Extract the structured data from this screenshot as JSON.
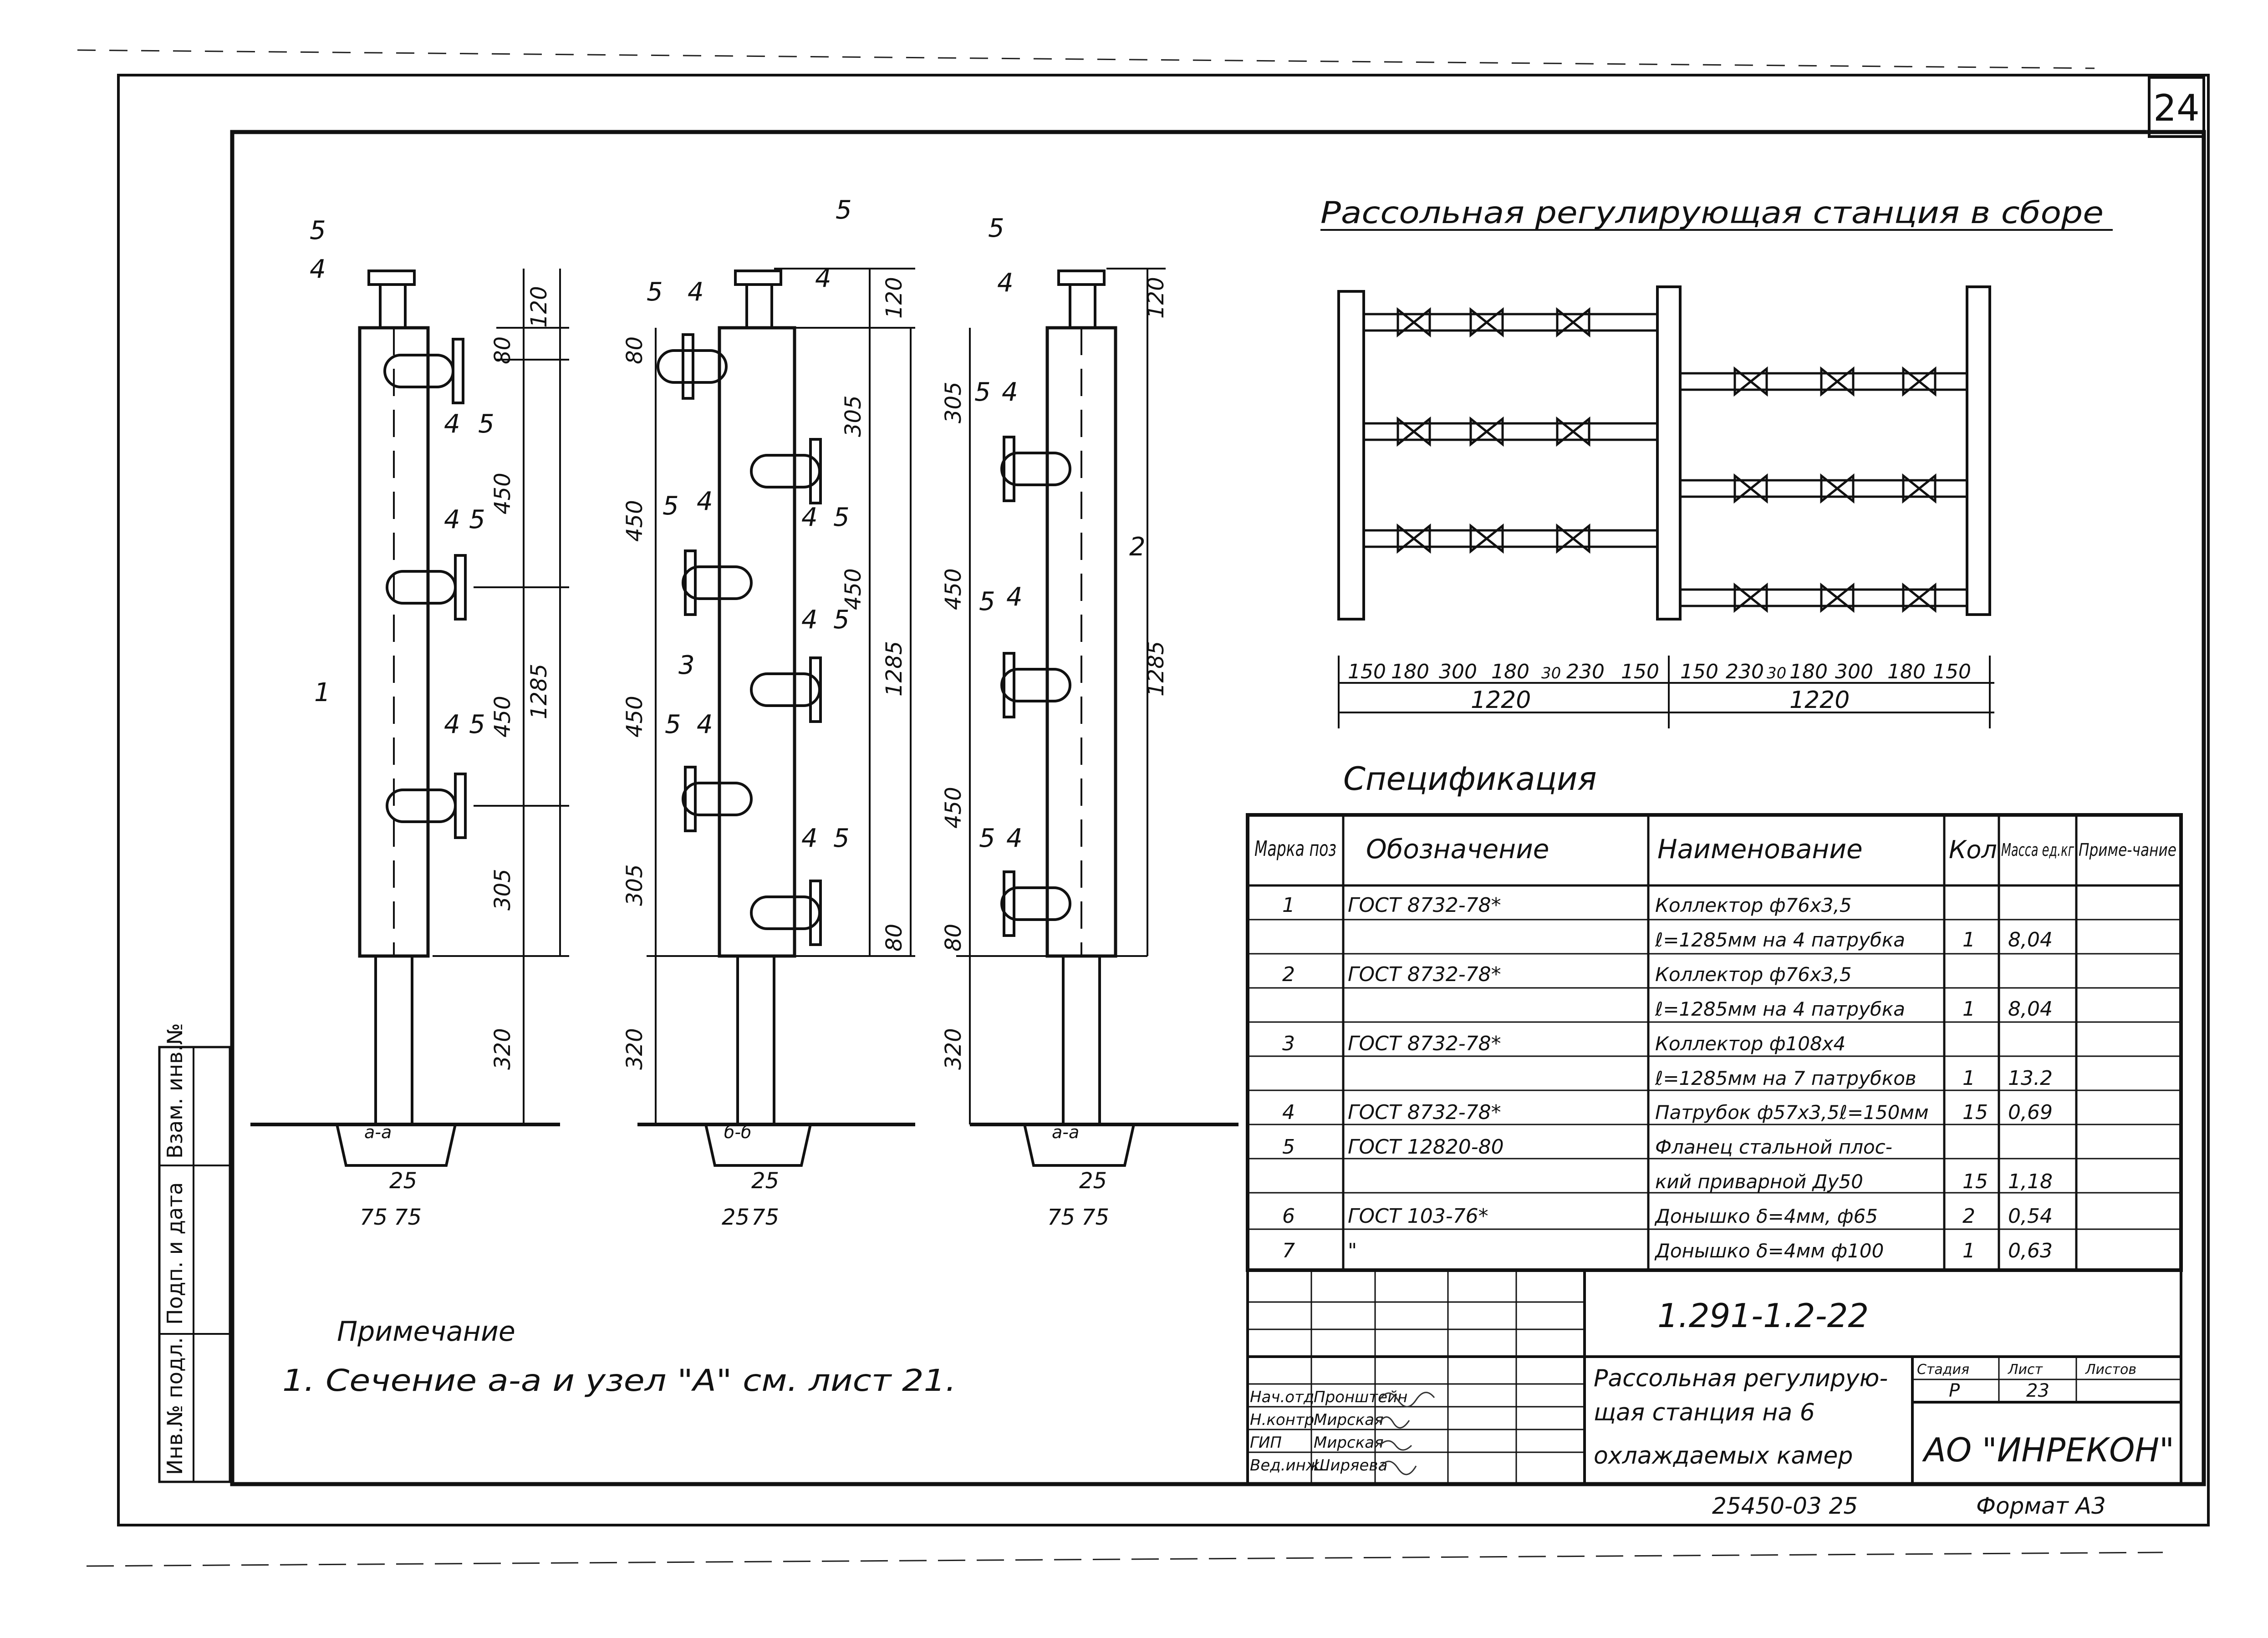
{
  "sheet_number": "24",
  "title": "Рассольная регулирующая станция в сборе",
  "spec_title": "Спецификация",
  "note": {
    "heading": "Примечание",
    "text": "1. Сечение  а-а  и узел \"А\"  см. лист 21."
  },
  "side_stamp": [
    "Инв.№ подл.",
    "Подп. и дата",
    "Взам. инв.№"
  ],
  "elevations": [
    {
      "positions": [
        "5",
        "4",
        "4",
        "5",
        "4",
        "5",
        "4",
        "5",
        "1"
      ],
      "dims": [
        "120",
        "80",
        "450",
        "450",
        "305",
        "1285",
        "320"
      ],
      "foot": [
        "25",
        "75",
        "75"
      ],
      "section": "а-а"
    },
    {
      "positions": [
        "5",
        "5",
        "4",
        "4",
        "4",
        "5",
        "5",
        "4",
        "4",
        "5",
        "3",
        "5",
        "4",
        "4",
        "5"
      ],
      "dims": [
        "120",
        "305",
        "450",
        "450",
        "450",
        "305",
        "80",
        "1285",
        "80",
        "320"
      ],
      "foot": [
        "25",
        "25",
        "75"
      ],
      "section": "б-б"
    },
    {
      "positions": [
        "5",
        "4",
        "5",
        "4",
        "5",
        "4",
        "2",
        "5",
        "4"
      ],
      "dims": [
        "120",
        "305",
        "450",
        "450",
        "80",
        "1285",
        "320"
      ],
      "foot": [
        "25",
        "75",
        "75"
      ],
      "section": "а-а"
    }
  ],
  "plan_dims": {
    "left": [
      "150",
      "180",
      "300",
      "180",
      "30",
      "230",
      "150"
    ],
    "right": [
      "150",
      "230",
      "30",
      "180",
      "300",
      "180",
      "150"
    ],
    "totals": [
      "1220",
      "1220"
    ]
  },
  "spec_table": {
    "headers": [
      "Марка поз",
      "Обозначение",
      "Наименование",
      "Кол",
      "Масса ед.кг",
      "Приме-чание"
    ],
    "rows": [
      [
        "1",
        "ГОСТ 8732-78*",
        "Коллектор ф76х3,5",
        "",
        "",
        ""
      ],
      [
        "",
        "",
        "ℓ=1285мм на 4 патрубка",
        "1",
        "8,04",
        ""
      ],
      [
        "2",
        "ГОСТ 8732-78*",
        "Коллектор ф76х3,5",
        "",
        "",
        ""
      ],
      [
        "",
        "",
        "ℓ=1285мм на 4 патрубка",
        "1",
        "8,04",
        ""
      ],
      [
        "3",
        "ГОСТ 8732-78*",
        "Коллектор ф108х4",
        "",
        "",
        ""
      ],
      [
        "",
        "",
        "ℓ=1285мм на 7 патрубков",
        "1",
        "13.2",
        ""
      ],
      [
        "4",
        "ГОСТ 8732-78*",
        "Патрубок ф57х3,5ℓ=150мм",
        "15",
        "0,69",
        ""
      ],
      [
        "5",
        "ГОСТ 12820-80",
        "Фланец стальной плос-",
        "",
        "",
        ""
      ],
      [
        "",
        "",
        "кий приварной Ду50",
        "15",
        "1,18",
        ""
      ],
      [
        "6",
        "ГОСТ 103-76*",
        "Донышко δ=4мм, ф65",
        "2",
        "0,54",
        ""
      ],
      [
        "7",
        "\"",
        "Донышко δ=4мм ф100",
        "1",
        "0,63",
        ""
      ]
    ]
  },
  "title_block": {
    "doc_code": "1.291-1.2-22",
    "roles": [
      "Нач.отд",
      "Н.контр",
      "ГИП",
      "Вед.инж."
    ],
    "names": [
      "Пронштейн",
      "Мирская",
      "Мирская",
      "Ширяева"
    ],
    "drawing_name": [
      "Рассольная регулирую-",
      "щая станция на 6",
      "охлаждаемых камер"
    ],
    "stage_headers": [
      "Стадия",
      "Лист",
      "Листов"
    ],
    "stage_values": [
      "Р",
      "23",
      ""
    ],
    "company": "АО \"ИНРЕКОН\"",
    "footer_code": "25450-03   25",
    "format": "Формат А3"
  }
}
